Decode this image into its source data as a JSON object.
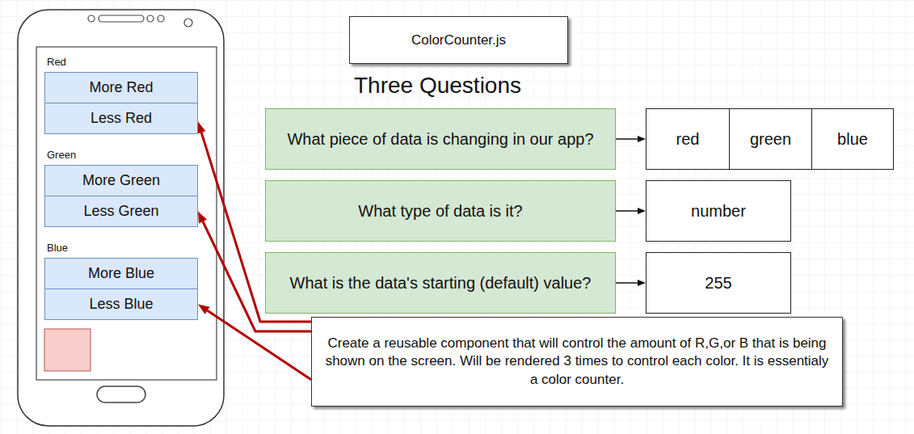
{
  "diagram": {
    "title": "Three Questions",
    "nodes": [
      {
        "text": [
          "More Red"
        ]
      },
      {
        "text": [
          "Less Red"
        ]
      },
      {
        "text": [
          "More Green"
        ]
      },
      {
        "text": [
          "Less Green"
        ]
      },
      {
        "text": [
          "More Blue"
        ]
      },
      {
        "text": [
          "Less Blue"
        ]
      },
      {
        "text": [
          "ColorCounter.js"
        ]
      },
      {
        "text": [
          "What piece of data is changing in our app?"
        ]
      },
      {
        "text": [
          "red"
        ]
      },
      {
        "text": [
          "green"
        ]
      },
      {
        "text": [
          "blue"
        ]
      },
      {
        "text": [
          "What type of data is it?"
        ]
      },
      {
        "text": [
          "number"
        ]
      },
      {
        "text": [
          "What is the data's starting (default) value?"
        ]
      },
      {
        "text": [
          "255"
        ]
      },
      {
        "text": [
          "Create a reusable component that will control the amount of R,G,or B that is being shown on the screen. Will be rendered 3 times  to control each color. It is essentialy a color counter."
        ]
      }
    ],
    "edges": [
      {
        "from": 15,
        "to": 1,
        "arrow": "to"
      },
      {
        "from": 15,
        "to": 3,
        "arrow": "to"
      },
      {
        "from": 15,
        "to": 5,
        "arrow": "to"
      },
      {
        "from": 7,
        "to": 8,
        "arrow": "to"
      },
      {
        "from": 11,
        "to": 12,
        "arrow": "to"
      },
      {
        "from": 13,
        "to": 14,
        "arrow": "to"
      }
    ],
    "labels": [
      "Red",
      "Green",
      "Blue"
    ]
  }
}
